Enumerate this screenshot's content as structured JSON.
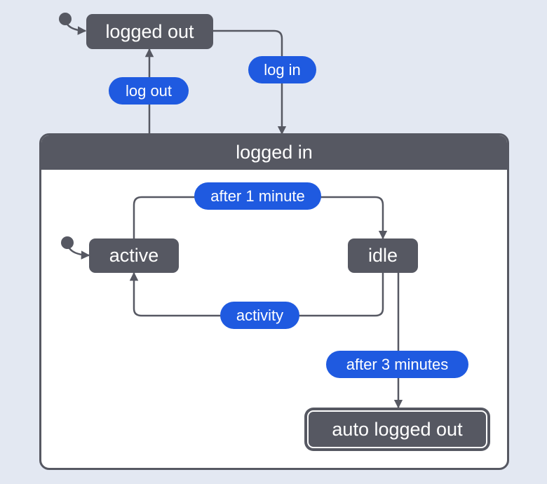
{
  "states": {
    "logged_out": "logged out",
    "logged_in": "logged in",
    "active": "active",
    "idle": "idle",
    "auto_logged_out": "auto logged out"
  },
  "events": {
    "log_in": "log in",
    "log_out": "log out",
    "after_1_minute": "after 1 minute",
    "activity": "activity",
    "after_3_minutes": "after 3 minutes"
  },
  "colors": {
    "background": "#e3e8f2",
    "state_fill": "#565862",
    "event_fill": "#1f5ae0",
    "compound_fill": "#ffffff"
  }
}
